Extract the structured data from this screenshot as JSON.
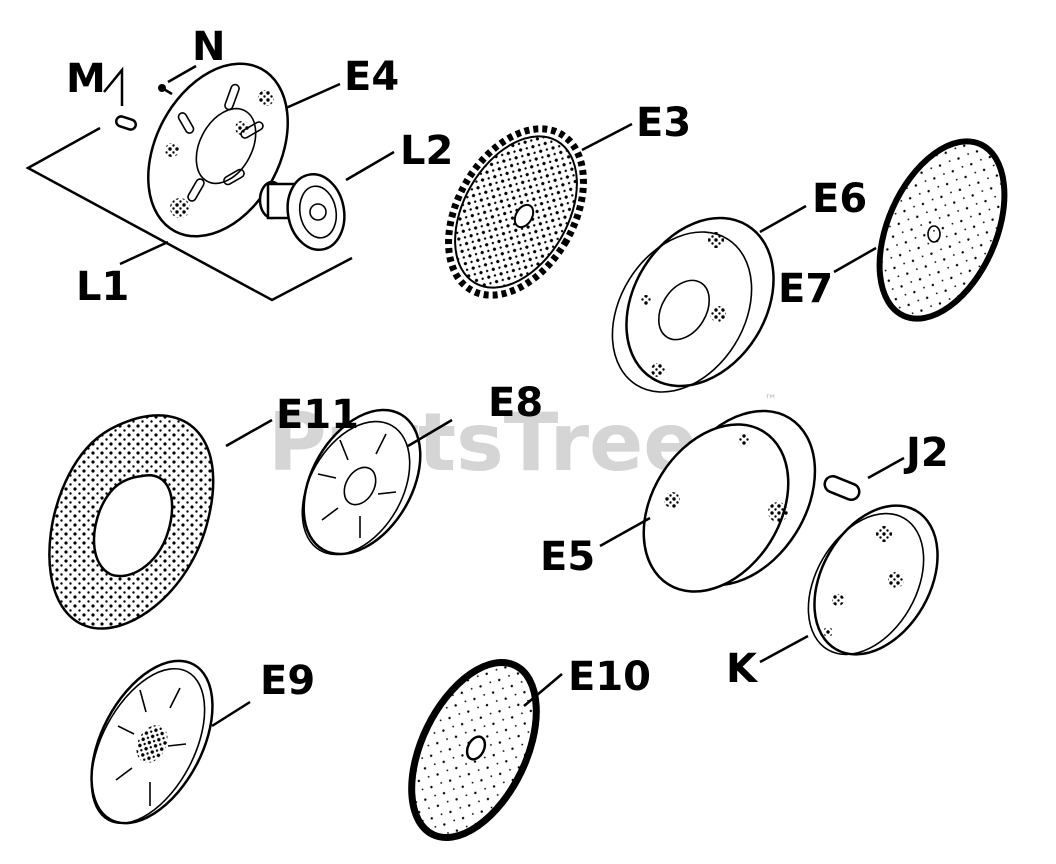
{
  "diagram": {
    "watermark": "PartsTree",
    "trademark": "™",
    "callouts": [
      {
        "id": "M",
        "label": "M"
      },
      {
        "id": "N",
        "label": "N"
      },
      {
        "id": "E4",
        "label": "E4"
      },
      {
        "id": "L2",
        "label": "L2"
      },
      {
        "id": "L1",
        "label": "L1"
      },
      {
        "id": "E3",
        "label": "E3"
      },
      {
        "id": "E6",
        "label": "E6"
      },
      {
        "id": "E7",
        "label": "E7"
      },
      {
        "id": "E11",
        "label": "E11"
      },
      {
        "id": "E8",
        "label": "E8"
      },
      {
        "id": "J2",
        "label": "J2"
      },
      {
        "id": "E5",
        "label": "E5"
      },
      {
        "id": "K",
        "label": "K"
      },
      {
        "id": "E9",
        "label": "E9"
      },
      {
        "id": "E10",
        "label": "E10"
      }
    ]
  }
}
